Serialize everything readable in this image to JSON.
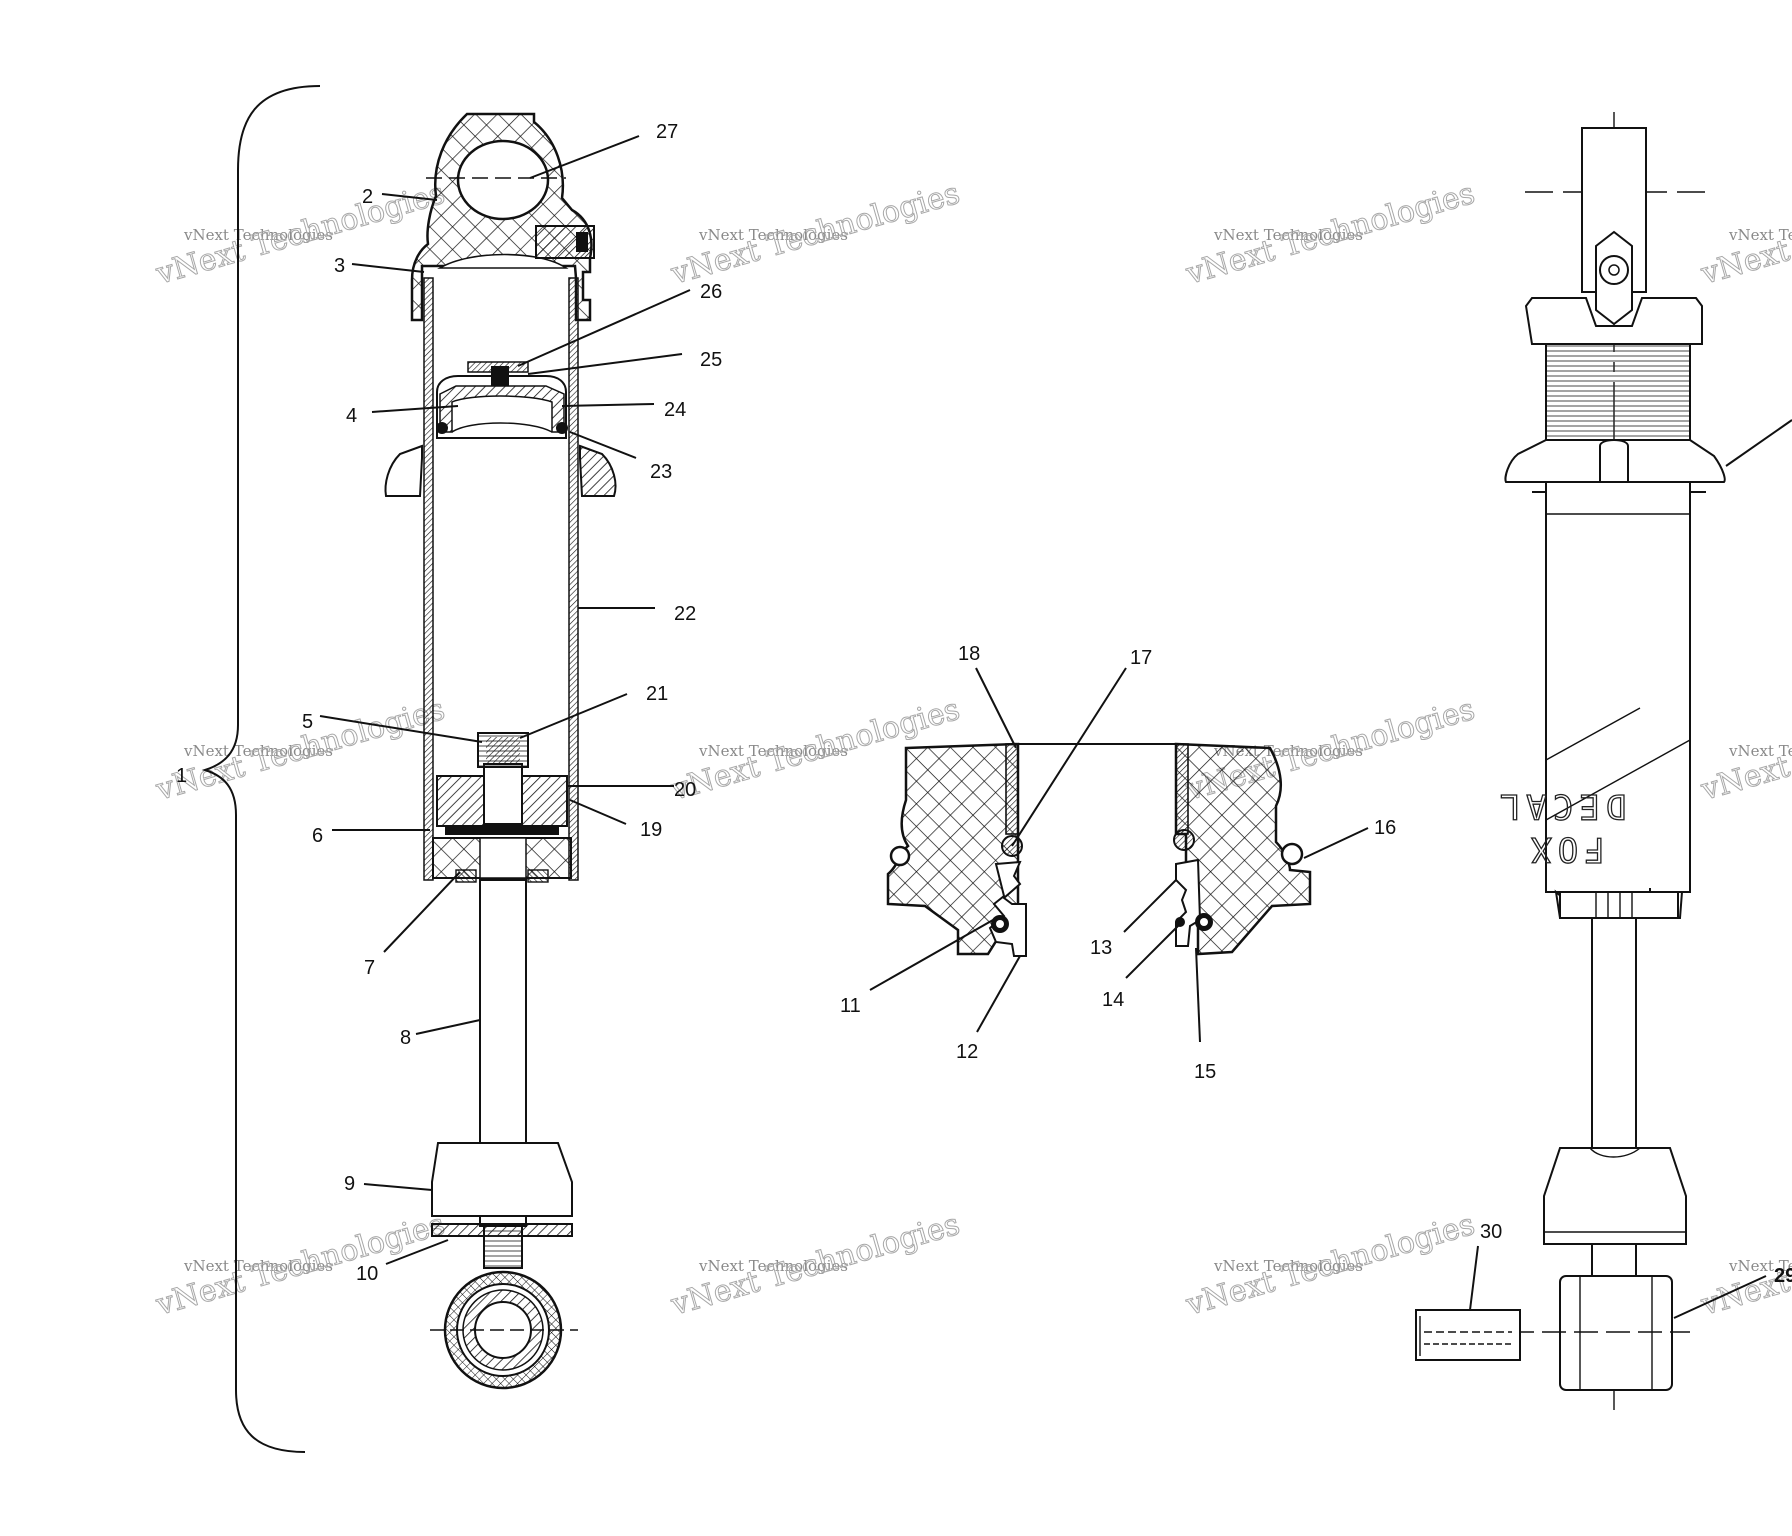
{
  "callouts": [
    {
      "id": "c1",
      "label": "1"
    },
    {
      "id": "c2",
      "label": "2"
    },
    {
      "id": "c3",
      "label": "3"
    },
    {
      "id": "c4",
      "label": "4"
    },
    {
      "id": "c5",
      "label": "5"
    },
    {
      "id": "c6",
      "label": "6"
    },
    {
      "id": "c7",
      "label": "7"
    },
    {
      "id": "c8",
      "label": "8"
    },
    {
      "id": "c9",
      "label": "9"
    },
    {
      "id": "c10",
      "label": "10"
    },
    {
      "id": "c11",
      "label": "11"
    },
    {
      "id": "c12",
      "label": "12"
    },
    {
      "id": "c13",
      "label": "13"
    },
    {
      "id": "c14",
      "label": "14"
    },
    {
      "id": "c15",
      "label": "15"
    },
    {
      "id": "c16",
      "label": "16"
    },
    {
      "id": "c17",
      "label": "17"
    },
    {
      "id": "c18",
      "label": "18"
    },
    {
      "id": "c19",
      "label": "19"
    },
    {
      "id": "c20",
      "label": "20"
    },
    {
      "id": "c21",
      "label": "21"
    },
    {
      "id": "c22",
      "label": "22"
    },
    {
      "id": "c23",
      "label": "23"
    },
    {
      "id": "c24",
      "label": "24"
    },
    {
      "id": "c25",
      "label": "25"
    },
    {
      "id": "c26",
      "label": "26"
    },
    {
      "id": "c27",
      "label": "27"
    },
    {
      "id": "c29",
      "label": "29"
    },
    {
      "id": "c30",
      "label": "30"
    }
  ],
  "decal_text": {
    "line1": "DECAL",
    "line2": "FOX"
  },
  "watermark": {
    "line1": "vNext Technologies",
    "line2": "vNext Technologies"
  },
  "colors": {
    "ink": "#111111",
    "watermark": "#9a9a9a",
    "background": "#ffffff"
  }
}
